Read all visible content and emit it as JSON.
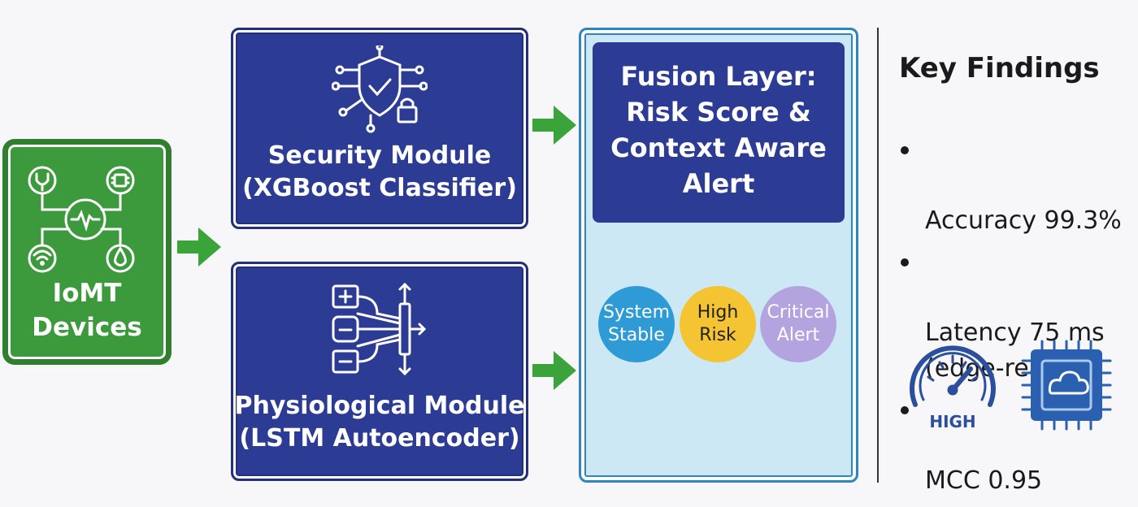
{
  "iomt": {
    "label": "IoMT\nDevices",
    "icons": [
      "stethoscope-icon",
      "chip-icon",
      "heart-monitor-icon",
      "wifi-icon",
      "drop-icon"
    ]
  },
  "security_module": {
    "label": "Security Module\n(XGBoost Classifier)",
    "icon": "shield-lock-network-icon"
  },
  "physiological_module": {
    "label": "Physiological Module\n(LSTM Autoencoder)",
    "icon": "lstm-network-icon"
  },
  "fusion": {
    "title": "Fusion Layer:\nRisk Score &\nContext Aware\nAlert",
    "statuses": [
      {
        "label": "System\nStable",
        "color": "#2e9bd6"
      },
      {
        "label": "High\nRisk",
        "color": "#f4c433"
      },
      {
        "label": "Critical\nAlert",
        "color": "#b3a4e0"
      }
    ]
  },
  "findings": {
    "title": "Key Findings",
    "items": [
      "Accuracy 99.3%",
      "Latency 75 ms\n(edge-ready)",
      "MCC 0.95"
    ],
    "gauge_label": "HIGH"
  },
  "colors": {
    "green": "#3d9a3c",
    "navy": "#2c3b94",
    "light_blue": "#cce8f5",
    "accent_blue": "#2e86c1",
    "arrow_green": "#3aa33a"
  }
}
